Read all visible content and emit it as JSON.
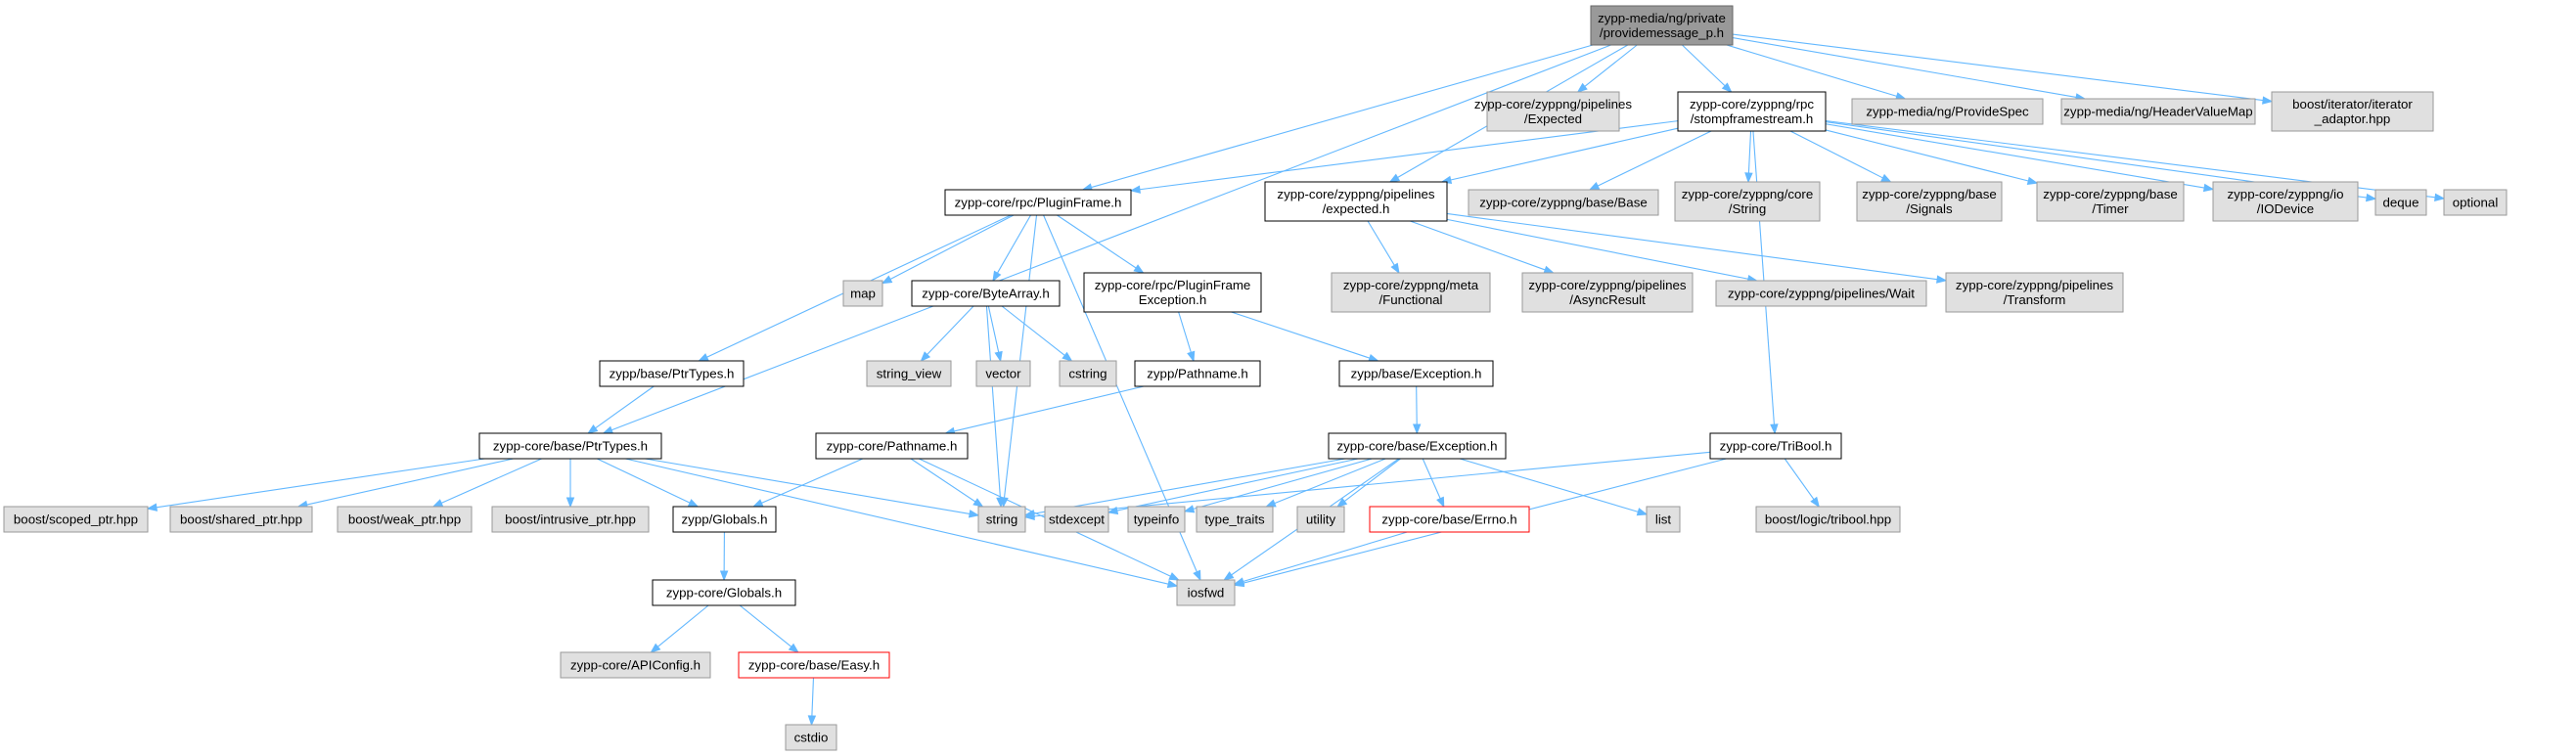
{
  "diagram": {
    "colors": {
      "edge": "#63b8ff",
      "node_fill": "#ffffff",
      "external_fill": "#e0e0e0",
      "root_fill": "#999999",
      "missing_border": "#ff0000"
    },
    "nodes": [
      {
        "id": "root",
        "lines": [
          "zypp-media/ng/private",
          "/providemessage_p.h"
        ],
        "kind": "root"
      },
      {
        "id": "expected",
        "lines": [
          "zypp-core/zyppng/pipelines",
          "/Expected"
        ],
        "kind": "gray"
      },
      {
        "id": "stomp",
        "lines": [
          "zypp-core/zyppng/rpc",
          "/stompframestream.h"
        ],
        "kind": "white"
      },
      {
        "id": "providespec",
        "lines": [
          "zypp-media/ng/ProvideSpec"
        ],
        "kind": "gray"
      },
      {
        "id": "headervaluemap",
        "lines": [
          "zypp-media/ng/HeaderValueMap"
        ],
        "kind": "gray"
      },
      {
        "id": "iterator",
        "lines": [
          "boost/iterator/iterator",
          "_adaptor.hpp"
        ],
        "kind": "gray"
      },
      {
        "id": "pluginframe",
        "lines": [
          "zypp-core/rpc/PluginFrame.h"
        ],
        "kind": "white"
      },
      {
        "id": "pexpected",
        "lines": [
          "zypp-core/zyppng/pipelines",
          "/expected.h"
        ],
        "kind": "white"
      },
      {
        "id": "base",
        "lines": [
          "zypp-core/zyppng/base/Base"
        ],
        "kind": "gray"
      },
      {
        "id": "corestring",
        "lines": [
          "zypp-core/zyppng/core",
          "/String"
        ],
        "kind": "gray"
      },
      {
        "id": "signals",
        "lines": [
          "zypp-core/zyppng/base",
          "/Signals"
        ],
        "kind": "gray"
      },
      {
        "id": "timer",
        "lines": [
          "zypp-core/zyppng/base",
          "/Timer"
        ],
        "kind": "gray"
      },
      {
        "id": "iodevice",
        "lines": [
          "zypp-core/zyppng/io",
          "/IODevice"
        ],
        "kind": "gray"
      },
      {
        "id": "deque",
        "lines": [
          "deque"
        ],
        "kind": "gray"
      },
      {
        "id": "optional",
        "lines": [
          "optional"
        ],
        "kind": "gray"
      },
      {
        "id": "functional",
        "lines": [
          "zypp-core/zyppng/meta",
          "/Functional"
        ],
        "kind": "gray"
      },
      {
        "id": "asyncresult",
        "lines": [
          "zypp-core/zyppng/pipelines",
          "/AsyncResult"
        ],
        "kind": "gray"
      },
      {
        "id": "wait",
        "lines": [
          "zypp-core/zyppng/pipelines/Wait"
        ],
        "kind": "gray"
      },
      {
        "id": "transform",
        "lines": [
          "zypp-core/zyppng/pipelines",
          "/Transform"
        ],
        "kind": "gray"
      },
      {
        "id": "map",
        "lines": [
          "map"
        ],
        "kind": "gray"
      },
      {
        "id": "bytearray",
        "lines": [
          "zypp-core/ByteArray.h"
        ],
        "kind": "white"
      },
      {
        "id": "pfexception",
        "lines": [
          "zypp-core/rpc/PluginFrame",
          "Exception.h"
        ],
        "kind": "white"
      },
      {
        "id": "zyppptrtypes",
        "lines": [
          "zypp/base/PtrTypes.h"
        ],
        "kind": "white"
      },
      {
        "id": "stringview",
        "lines": [
          "string_view"
        ],
        "kind": "gray"
      },
      {
        "id": "vector",
        "lines": [
          "vector"
        ],
        "kind": "gray"
      },
      {
        "id": "cstring",
        "lines": [
          "cstring"
        ],
        "kind": "gray"
      },
      {
        "id": "zypppathname",
        "lines": [
          "zypp/Pathname.h"
        ],
        "kind": "white"
      },
      {
        "id": "zyppexception",
        "lines": [
          "zypp/base/Exception.h"
        ],
        "kind": "white"
      },
      {
        "id": "coreptrtypes",
        "lines": [
          "zypp-core/base/PtrTypes.h"
        ],
        "kind": "white"
      },
      {
        "id": "corepathname",
        "lines": [
          "zypp-core/Pathname.h"
        ],
        "kind": "white"
      },
      {
        "id": "coreexception",
        "lines": [
          "zypp-core/base/Exception.h"
        ],
        "kind": "white"
      },
      {
        "id": "tribool",
        "lines": [
          "zypp-core/TriBool.h"
        ],
        "kind": "white"
      },
      {
        "id": "scopedptr",
        "lines": [
          "boost/scoped_ptr.hpp"
        ],
        "kind": "gray"
      },
      {
        "id": "sharedptr",
        "lines": [
          "boost/shared_ptr.hpp"
        ],
        "kind": "gray"
      },
      {
        "id": "weakptr",
        "lines": [
          "boost/weak_ptr.hpp"
        ],
        "kind": "gray"
      },
      {
        "id": "intrusiveptr",
        "lines": [
          "boost/intrusive_ptr.hpp"
        ],
        "kind": "gray"
      },
      {
        "id": "zyppglobals",
        "lines": [
          "zypp/Globals.h"
        ],
        "kind": "white"
      },
      {
        "id": "string",
        "lines": [
          "string"
        ],
        "kind": "gray"
      },
      {
        "id": "stdexcept",
        "lines": [
          "stdexcept"
        ],
        "kind": "gray"
      },
      {
        "id": "typeinfo",
        "lines": [
          "typeinfo"
        ],
        "kind": "gray"
      },
      {
        "id": "typetraits",
        "lines": [
          "type_traits"
        ],
        "kind": "gray"
      },
      {
        "id": "utility",
        "lines": [
          "utility"
        ],
        "kind": "gray"
      },
      {
        "id": "errno",
        "lines": [
          "zypp-core/base/Errno.h"
        ],
        "kind": "red"
      },
      {
        "id": "list",
        "lines": [
          "list"
        ],
        "kind": "gray"
      },
      {
        "id": "logictribool",
        "lines": [
          "boost/logic/tribool.hpp"
        ],
        "kind": "gray"
      },
      {
        "id": "coreglobals",
        "lines": [
          "zypp-core/Globals.h"
        ],
        "kind": "white"
      },
      {
        "id": "iosfwd",
        "lines": [
          "iosfwd"
        ],
        "kind": "gray"
      },
      {
        "id": "apiconfig",
        "lines": [
          "zypp-core/APIConfig.h"
        ],
        "kind": "gray"
      },
      {
        "id": "easy",
        "lines": [
          "zypp-core/base/Easy.h"
        ],
        "kind": "red"
      },
      {
        "id": "cstdio",
        "lines": [
          "cstdio"
        ],
        "kind": "gray"
      }
    ],
    "edges": [
      [
        "root",
        "coreptrtypes"
      ],
      [
        "root",
        "pluginframe"
      ],
      [
        "root",
        "pexpected"
      ],
      [
        "root",
        "expected"
      ],
      [
        "root",
        "stomp"
      ],
      [
        "root",
        "providespec"
      ],
      [
        "root",
        "headervaluemap"
      ],
      [
        "root",
        "iterator"
      ],
      [
        "stomp",
        "pluginframe"
      ],
      [
        "stomp",
        "pexpected"
      ],
      [
        "stomp",
        "base"
      ],
      [
        "stomp",
        "corestring"
      ],
      [
        "stomp",
        "signals"
      ],
      [
        "stomp",
        "timer"
      ],
      [
        "stomp",
        "iodevice"
      ],
      [
        "stomp",
        "deque"
      ],
      [
        "stomp",
        "optional"
      ],
      [
        "stomp",
        "tribool"
      ],
      [
        "pexpected",
        "functional"
      ],
      [
        "pexpected",
        "asyncresult"
      ],
      [
        "pexpected",
        "wait"
      ],
      [
        "pexpected",
        "transform"
      ],
      [
        "pluginframe",
        "zyppptrtypes"
      ],
      [
        "pluginframe",
        "map"
      ],
      [
        "pluginframe",
        "bytearray"
      ],
      [
        "pluginframe",
        "pfexception"
      ],
      [
        "pluginframe",
        "string"
      ],
      [
        "pluginframe",
        "iosfwd"
      ],
      [
        "bytearray",
        "stringview"
      ],
      [
        "bytearray",
        "vector"
      ],
      [
        "bytearray",
        "cstring"
      ],
      [
        "bytearray",
        "string"
      ],
      [
        "pfexception",
        "zypppathname"
      ],
      [
        "pfexception",
        "zyppexception"
      ],
      [
        "zyppptrtypes",
        "coreptrtypes"
      ],
      [
        "zypppathname",
        "corepathname"
      ],
      [
        "zyppexception",
        "coreexception"
      ],
      [
        "coreptrtypes",
        "scopedptr"
      ],
      [
        "coreptrtypes",
        "sharedptr"
      ],
      [
        "coreptrtypes",
        "weakptr"
      ],
      [
        "coreptrtypes",
        "intrusiveptr"
      ],
      [
        "coreptrtypes",
        "zyppglobals"
      ],
      [
        "coreptrtypes",
        "string"
      ],
      [
        "coreptrtypes",
        "iosfwd"
      ],
      [
        "corepathname",
        "zyppglobals"
      ],
      [
        "corepathname",
        "string"
      ],
      [
        "corepathname",
        "iosfwd"
      ],
      [
        "coreexception",
        "string"
      ],
      [
        "coreexception",
        "stdexcept"
      ],
      [
        "coreexception",
        "typeinfo"
      ],
      [
        "coreexception",
        "typetraits"
      ],
      [
        "coreexception",
        "utility"
      ],
      [
        "coreexception",
        "errno"
      ],
      [
        "coreexception",
        "list"
      ],
      [
        "coreexception",
        "iosfwd"
      ],
      [
        "tribool",
        "string"
      ],
      [
        "tribool",
        "logictribool"
      ],
      [
        "tribool",
        "iosfwd"
      ],
      [
        "zyppglobals",
        "coreglobals"
      ],
      [
        "errno",
        "iosfwd"
      ],
      [
        "coreglobals",
        "apiconfig"
      ],
      [
        "coreglobals",
        "easy"
      ],
      [
        "easy",
        "cstdio"
      ]
    ]
  }
}
